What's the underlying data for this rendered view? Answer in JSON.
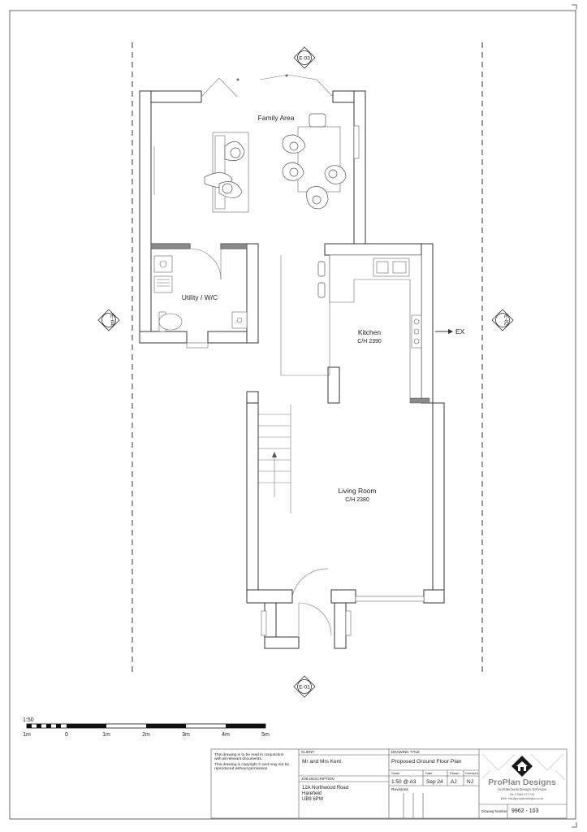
{
  "rooms": {
    "family": {
      "label": "Family Area"
    },
    "utility": {
      "label": "Utility / W/C"
    },
    "kitchen": {
      "label": "Kitchen",
      "ceiling": "C/H 2390"
    },
    "living": {
      "label": "Living Room",
      "ceiling": "C/H 2380"
    }
  },
  "markers": {
    "e01": "E-01",
    "e02": "E-02",
    "e03": "E-03",
    "e04": "E-04",
    "ex": "EX"
  },
  "scale_bar": {
    "ratio": "1:50",
    "labels": [
      "1m",
      "0",
      "1m",
      "2m",
      "3m",
      "4m",
      "5m"
    ]
  },
  "title_block": {
    "notes": [
      "This drawing is to be read in conjunction",
      "with all relevant documents.",
      "This drawing is copyright © and may not be",
      "reproduced without permission"
    ],
    "client_header": "CLIENT",
    "client": "Mr and Mrs Kent",
    "job_header": "JOB DESCRIPTION",
    "job_lines": [
      "12A Northwood Road",
      "Harefield",
      "UB9 6PW"
    ],
    "drawing_title_header": "DRAWING TITLE",
    "drawing_title": "Proposed Ground Floor Plan",
    "scale_header": "Scale",
    "scale": "1:50 @ A3",
    "date_header": "Date",
    "date": "Sep 24",
    "drawn_header": "Drawn",
    "drawn": "AJ",
    "checked_header": "Checked",
    "checked": "NJ",
    "revisions_header": "Revisions",
    "company": "ProPlan Designs",
    "company_tagline": "Architectural Design Services",
    "company_tel": "Tel: 07960 077 744",
    "company_web": "Web: info@proplandesigns.co.uk",
    "drawing_number_header": "Drawing Number",
    "drawing_number": "9962 - 103"
  }
}
